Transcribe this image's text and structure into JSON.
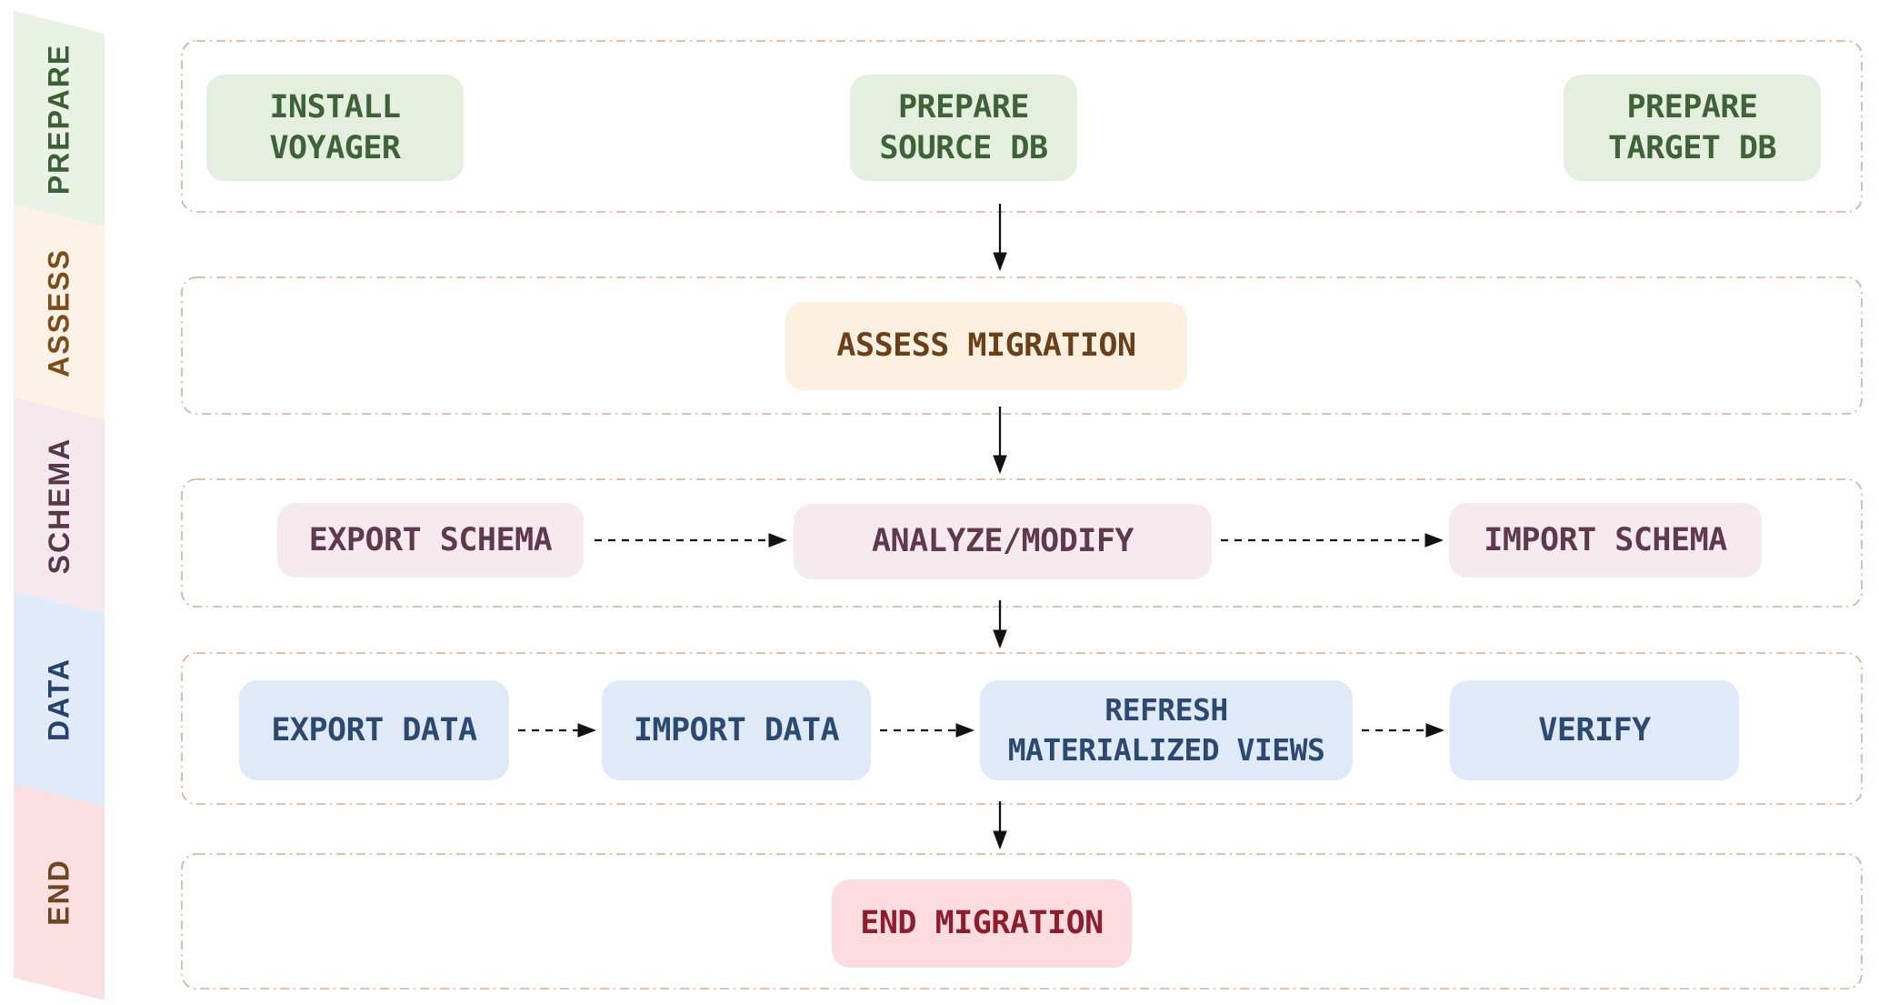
{
  "sidebar": {
    "lanes": [
      {
        "label": "PREPARE",
        "bg": "#e9f2e4",
        "color": "#3c5f35"
      },
      {
        "label": "ASSESS",
        "bg": "#fdf2e6",
        "color": "#7a4c1e"
      },
      {
        "label": "SCHEMA",
        "bg": "#f5e9ed",
        "color": "#573848"
      },
      {
        "label": "DATA",
        "bg": "#e1eaf8",
        "color": "#26436c"
      },
      {
        "label": "END",
        "bg": "#fbdfe1",
        "color": "#6f4521"
      }
    ]
  },
  "rows": [
    {
      "name": "PREPARE",
      "box_bg": "#e5efe0",
      "box_color": "#3f6238",
      "boxes": [
        {
          "label": "INSTALL\nVOYAGER"
        },
        {
          "label": "PREPARE\nSOURCE DB"
        },
        {
          "label": "PREPARE\nTARGET DB"
        }
      ]
    },
    {
      "name": "ASSESS",
      "box_bg": "#fdf0e1",
      "box_color": "#68401a",
      "boxes": [
        {
          "label": "ASSESS MIGRATION"
        }
      ]
    },
    {
      "name": "SCHEMA",
      "box_bg": "#f7eaee",
      "box_color": "#5e3a4c",
      "boxes": [
        {
          "label": "EXPORT SCHEMA"
        },
        {
          "label": "ANALYZE/MODIFY"
        },
        {
          "label": "IMPORT SCHEMA"
        }
      ]
    },
    {
      "name": "DATA",
      "box_bg": "#dfe9f8",
      "box_color": "#2c4a6f",
      "boxes": [
        {
          "label": "EXPORT DATA"
        },
        {
          "label": "IMPORT DATA"
        },
        {
          "label": "REFRESH\nMATERIALIZED VIEWS"
        },
        {
          "label": "VERIFY"
        }
      ]
    },
    {
      "name": "END",
      "box_bg": "#fcdce0",
      "box_color": "#8b1f2b",
      "boxes": [
        {
          "label": "END MIGRATION"
        }
      ]
    }
  ],
  "flow": [
    "PREPARE SOURCE DB -> ASSESS MIGRATION",
    "ASSESS MIGRATION -> ANALYZE/MODIFY",
    "EXPORT SCHEMA -> ANALYZE/MODIFY",
    "ANALYZE/MODIFY -> IMPORT SCHEMA",
    "ANALYZE/MODIFY -> DATA ROW",
    "EXPORT DATA -> IMPORT DATA",
    "IMPORT DATA -> REFRESH MATERIALIZED VIEWS",
    "REFRESH MATERIALIZED VIEWS -> VERIFY",
    "DATA ROW -> END MIGRATION"
  ],
  "colors": {
    "background": "#ffffff",
    "row_border": "#d5ab97",
    "arrow": "#111111"
  }
}
